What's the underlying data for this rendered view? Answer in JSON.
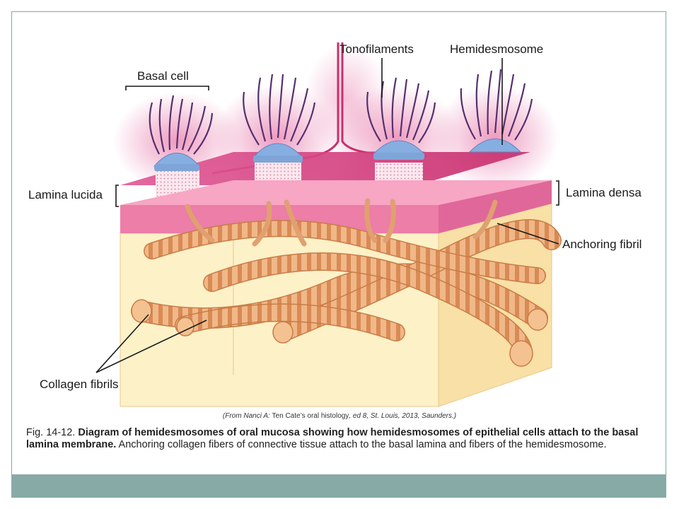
{
  "labels": {
    "basal_cell": "Basal cell",
    "tonofilaments": "Tonofilaments",
    "hemidesmosome": "Hemidesmosome",
    "lamina_lucida": "Lamina lucida",
    "lamina_densa": "Lamina densa",
    "anchoring_fibril": "Anchoring fibril",
    "collagen_fibrils": "Collagen fibrils"
  },
  "credit": {
    "prefix": "(From Nanci A: ",
    "title": "Ten Cate’s oral histology",
    "suffix": ", ed 8, St. Louis, 2013, Saunders.)"
  },
  "caption": {
    "fig": "Fig. 14-12. ",
    "bold": "Diagram of hemidesmosomes of oral mucosa showing how hemidesmosomes of epithelial cells attach to the basal lamina membrane.",
    "rest": " Anchoring collagen fibers of connective tissue attach to the basal lamina and fibers of the hemidesmosome."
  },
  "colors": {
    "footer": "#87aaa7",
    "lamina": "#d9457f",
    "connective": "#fbe9b0",
    "hemidesmosome": "#86aee0",
    "filament": "#55306e",
    "fibril": "#e6a26a"
  }
}
